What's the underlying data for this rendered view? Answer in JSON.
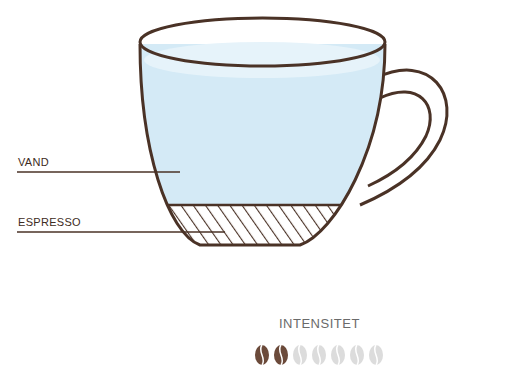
{
  "diagram": {
    "labels": [
      "VAND",
      "ESPRESSO",
      "INTENSITET"
    ]
  }
}
